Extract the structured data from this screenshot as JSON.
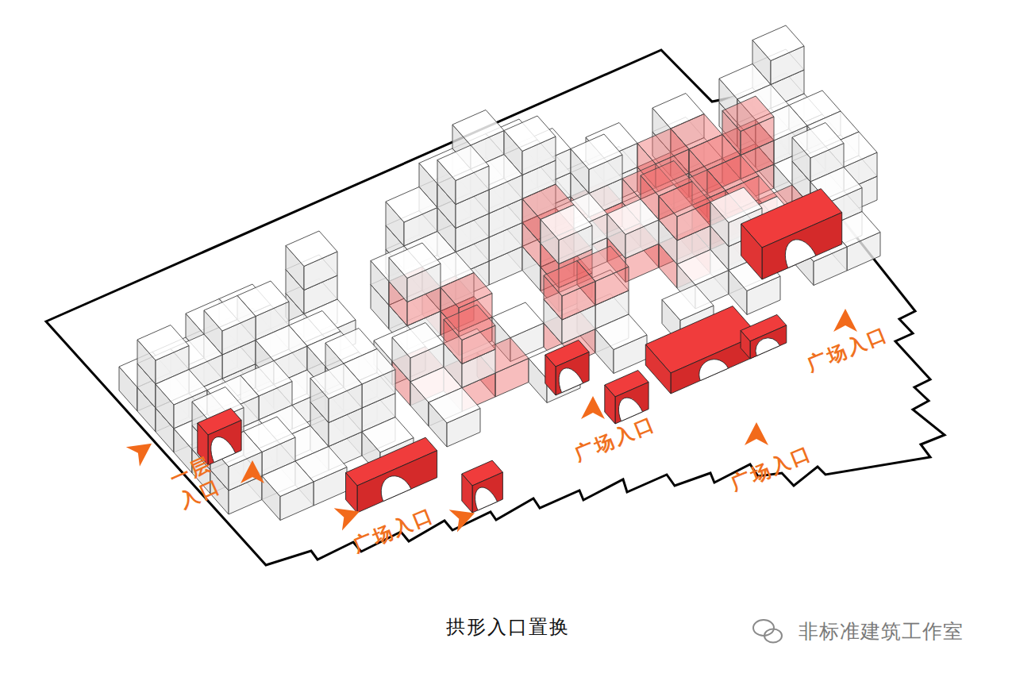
{
  "diagram": {
    "caption": "拱形入口置换",
    "labels": [
      "一层 入口",
      "广场入口",
      "广场入口",
      "广场入口",
      "广场入口",
      "非标准建筑工作室"
    ]
  }
}
